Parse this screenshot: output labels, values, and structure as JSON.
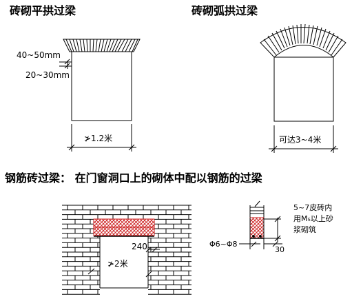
{
  "titles": {
    "flat_arch": "砖砌平拱过梁",
    "curved_arch": "砖砌弧拱过梁",
    "rebar_lintel": "钢筋砖过梁：  在门窗洞口上的砌体中配以钢筋的过梁"
  },
  "flat_arch": {
    "height_label": "40~50mm",
    "bearing_label": "20~30mm",
    "span_label": "≯1.2米"
  },
  "curved_arch": {
    "span_label": "可达3~4米"
  },
  "rebar_lintel": {
    "dim_240": "240",
    "span_label": "≯2米"
  },
  "section": {
    "note_line1": "5~7皮砖内",
    "note_line2": "用M₅以上砂",
    "note_line3": "浆砌筑",
    "bar_label": "Φ6~Φ8",
    "cover_label": "30"
  },
  "colors": {
    "hatch": "#cc2222",
    "line": "#000000"
  }
}
